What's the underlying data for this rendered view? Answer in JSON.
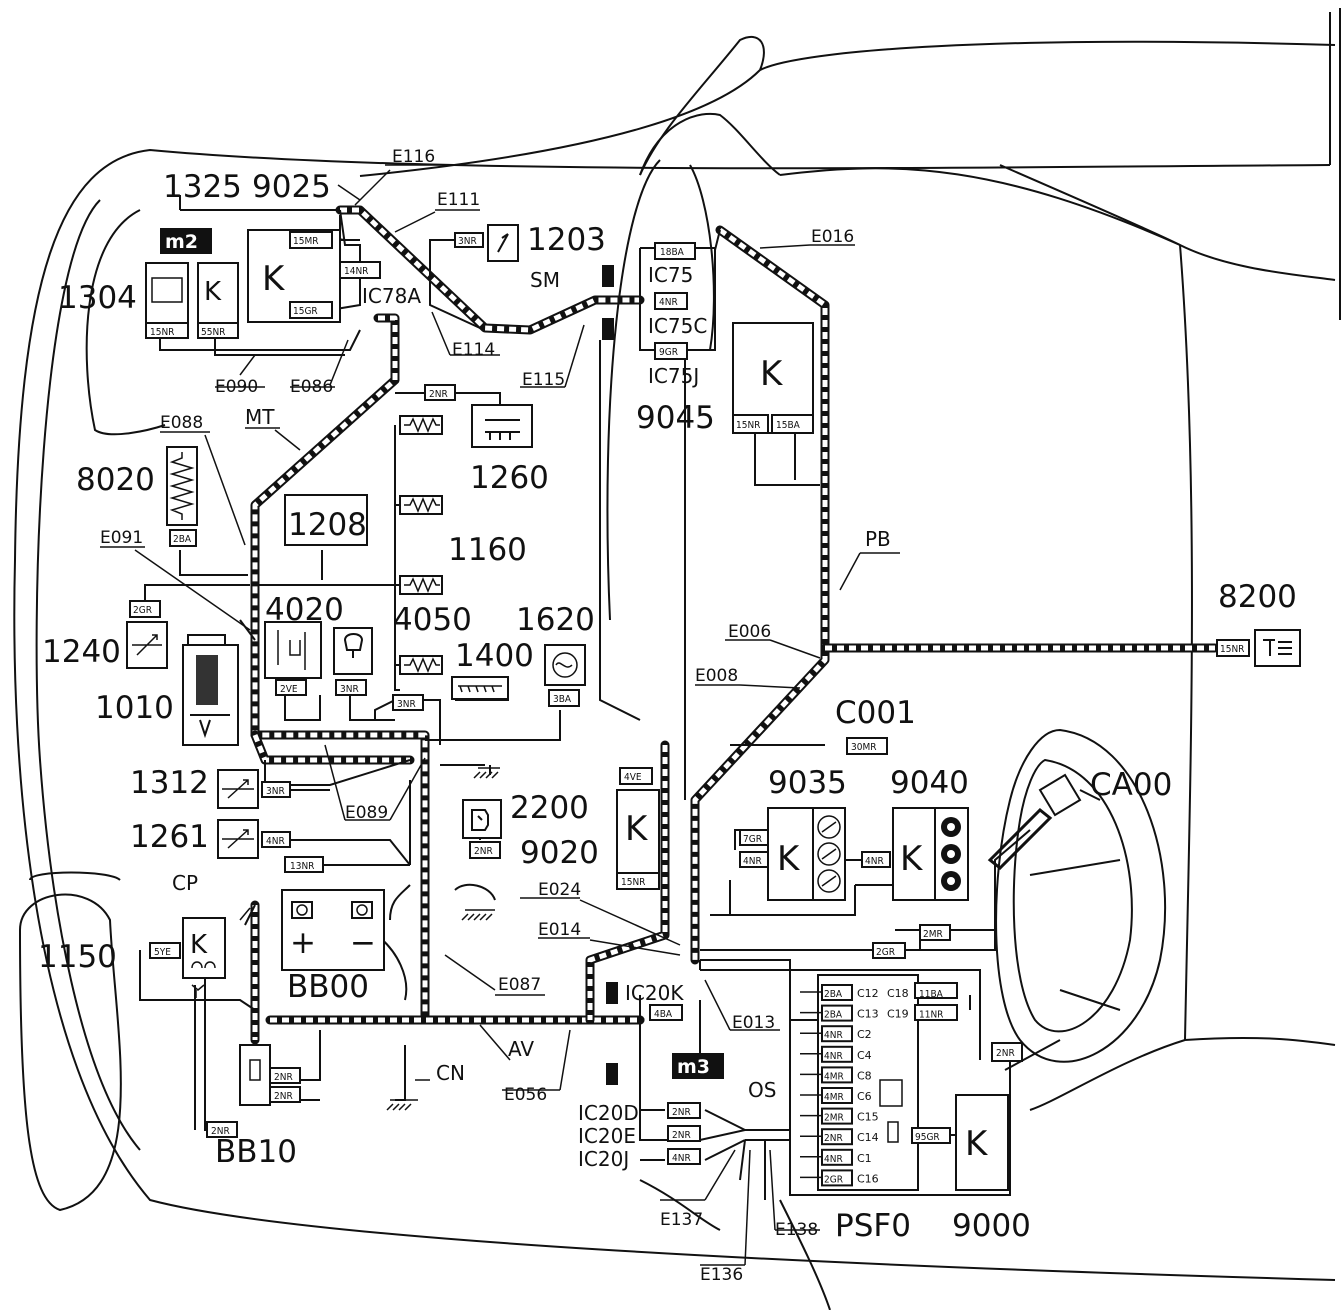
{
  "components": {
    "c1325": "1325",
    "c9025": "9025",
    "c1203": "1203",
    "c1304": "1304",
    "c8020": "8020",
    "c1240": "1240",
    "c1010": "1010",
    "c1260": "1260",
    "c1208": "1208",
    "c1160": "1160",
    "c4020": "4020",
    "c4050": "4050",
    "c1620": "1620",
    "c1400": "1400",
    "c9045": "9045",
    "c8200": "8200",
    "c1312": "1312",
    "c1261": "1261",
    "c2200": "2200",
    "c9020": "9020",
    "c9035": "9035",
    "c9040": "9040",
    "c1150": "1150",
    "cBB00": "BB00",
    "cBB10": "BB10",
    "cPSF0": "PSF0",
    "c9000": "9000",
    "cC001": "C001",
    "cCA00": "CA00"
  },
  "harness_labels": {
    "SM": "SM",
    "MT": "MT",
    "PB": "PB",
    "CP": "CP",
    "AV": "AV",
    "CN": "CN",
    "OS": "OS"
  },
  "earth_points": {
    "E116": "E116",
    "E111": "E111",
    "E016": "E016",
    "E114": "E114",
    "E115": "E115",
    "E090": "E090",
    "E086": "E086",
    "E088": "E088",
    "E091": "E091",
    "E006": "E006",
    "E008": "E008",
    "E089": "E089",
    "E087": "E087",
    "E024": "E024",
    "E014": "E014",
    "E013": "E013",
    "E056": "E056",
    "E137": "E137",
    "E138": "E138",
    "E136": "E136"
  },
  "connectors": {
    "IC78A": "IC78A",
    "IC75": "IC75",
    "IC75C": "IC75C",
    "IC75J": "IC75J",
    "IC20K": "IC20K",
    "IC20D": "IC20D",
    "IC20E": "IC20E",
    "IC20J": "IC20J"
  },
  "multiplex_badges": {
    "m2": "m2",
    "m3": "m3"
  },
  "tags": {
    "t15MR": "15MR",
    "t14NR": "14NR",
    "t15GR": "15GR",
    "t15NR_a": "15NR",
    "t55NR": "55NR",
    "t3NR_1203": "3NR",
    "t18BA": "18BA",
    "t4NR_ic75c": "4NR",
    "t9GR": "9GR",
    "t15NR_b": "15NR",
    "t15BA": "15BA",
    "t2NR_1260": "2NR",
    "t2BA": "2BA",
    "t2GR_1240": "2GR",
    "t2VE": "2VE",
    "t3NR_4050": "3NR",
    "t3NR_1400": "3NR",
    "t3BA": "3BA",
    "t15NR_8200": "15NR",
    "t30MR": "30MR",
    "t3NR_1312": "3NR",
    "t4NR_1261": "4NR",
    "t13NR": "13NR",
    "t2NR_2200": "2NR",
    "t4VE": "4VE",
    "t15NR_9020": "15NR",
    "t7GR": "7GR",
    "t4NR_9035": "4NR",
    "t4NR_9040": "4NR",
    "t2MR": "2MR",
    "t2GR_psf": "2GR",
    "t5YE": "5YE",
    "t4BA": "4BA",
    "t2NR_bb": "2NR",
    "t2NR_bb2": "2NR",
    "t2NR_bb3": "2NR",
    "t2NR_os1": "2NR",
    "t2NR_os2": "2NR",
    "t4NR_os3": "4NR",
    "t2NR_ca": "2NR",
    "t95GR": "95GR"
  },
  "psf0_pins": [
    {
      "tag": "2BA",
      "pin": "C12"
    },
    {
      "tag": "2BA",
      "pin": "C13"
    },
    {
      "tag": "4NR",
      "pin": "C2"
    },
    {
      "tag": "4NR",
      "pin": "C4"
    },
    {
      "tag": "4MR",
      "pin": "C8"
    },
    {
      "tag": "4MR",
      "pin": "C6"
    },
    {
      "tag": "2MR",
      "pin": "C15"
    },
    {
      "tag": "2NR",
      "pin": "C14"
    },
    {
      "tag": "4NR",
      "pin": "C1"
    },
    {
      "tag": "2GR",
      "pin": "C16"
    }
  ],
  "psf0_right_pins": [
    {
      "pin": "C18",
      "tag": "11BA"
    },
    {
      "pin": "C19",
      "tag": "11NR"
    }
  ],
  "battery_symbols": {
    "plus": "+",
    "minus": "−"
  },
  "relay_symbol": "K"
}
